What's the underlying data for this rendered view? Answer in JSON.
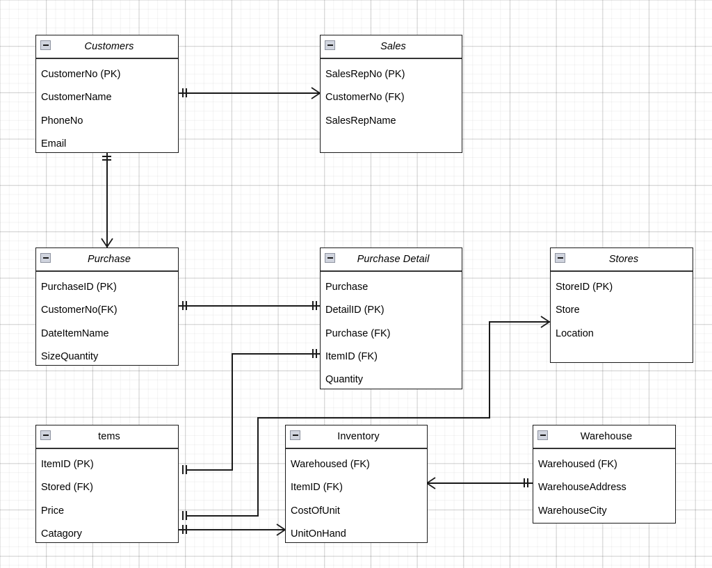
{
  "diagram": {
    "type": "entity-relationship-diagram",
    "notation": "crows-foot",
    "background": "#ffffff",
    "grid_color": "#e8e8e8",
    "line_color": "#1a1a1a",
    "border_color": "#1a1a1a"
  },
  "entities": [
    {
      "id": "customers",
      "title": "Customers",
      "title_italic": true,
      "collapse_icon": "minus-box-icon",
      "fields": [
        "CustomerNo (PK)",
        "CustomerName",
        "PhoneNo",
        "Email"
      ]
    },
    {
      "id": "sales",
      "title": "Sales",
      "title_italic": true,
      "collapse_icon": "minus-box-icon",
      "fields": [
        "SalesRepNo (PK)",
        "CustomerNo (FK)",
        "SalesRepName"
      ]
    },
    {
      "id": "purchase",
      "title": "Purchase",
      "title_italic": true,
      "collapse_icon": "minus-box-icon",
      "fields": [
        "PurchaseID (PK)",
        "CustomerNo(FK)",
        "DateItemName",
        "SizeQuantity"
      ]
    },
    {
      "id": "purchase_detail",
      "title": "Purchase Detail",
      "title_italic": true,
      "collapse_icon": "minus-box-icon",
      "fields": [
        "Purchase",
        "DetailID (PK)",
        "Purchase (FK)",
        "ItemID (FK)",
        "Quantity"
      ]
    },
    {
      "id": "stores",
      "title": "Stores",
      "title_italic": true,
      "collapse_icon": "minus-box-icon",
      "fields": [
        "StoreID (PK)",
        "Store",
        "Location"
      ]
    },
    {
      "id": "items",
      "title": "tems",
      "title_italic": false,
      "collapse_icon": "minus-box-icon",
      "fields": [
        "ItemID (PK)",
        "Stored (FK)",
        "Price",
        "Catagory"
      ]
    },
    {
      "id": "inventory",
      "title": "Inventory",
      "title_italic": false,
      "collapse_icon": "minus-box-icon",
      "fields": [
        "Warehoused (FK)",
        "ItemID (FK)",
        "CostOfUnit",
        "UnitOnHand"
      ]
    },
    {
      "id": "warehouse",
      "title": "Warehouse",
      "title_italic": false,
      "collapse_icon": "minus-box-icon",
      "fields": [
        "Warehoused (FK)",
        "WarehouseAddress",
        "WarehouseCity"
      ]
    }
  ],
  "relationships": [
    {
      "id": "customers-sales",
      "from": "Customers",
      "to": "Sales",
      "from_cardinality": "one",
      "to_cardinality": "many"
    },
    {
      "id": "customers-purchase",
      "from": "Customers",
      "to": "Purchase",
      "from_cardinality": "one",
      "to_cardinality": "many"
    },
    {
      "id": "purchase-purchasedetail",
      "from": "Purchase",
      "to": "Purchase Detail",
      "from_cardinality": "one",
      "to_cardinality": "one"
    },
    {
      "id": "items-purchasedetail",
      "from": "tems",
      "to": "Purchase Detail",
      "from_cardinality": "one",
      "to_cardinality": "one"
    },
    {
      "id": "items-stores",
      "from": "tems",
      "to": "Stores",
      "from_cardinality": "one",
      "to_cardinality": "many"
    },
    {
      "id": "items-inventory",
      "from": "tems",
      "to": "Inventory",
      "from_cardinality": "one",
      "to_cardinality": "many"
    },
    {
      "id": "inventory-warehouse",
      "from": "Inventory",
      "to": "Warehouse",
      "from_cardinality": "many",
      "to_cardinality": "one"
    }
  ]
}
